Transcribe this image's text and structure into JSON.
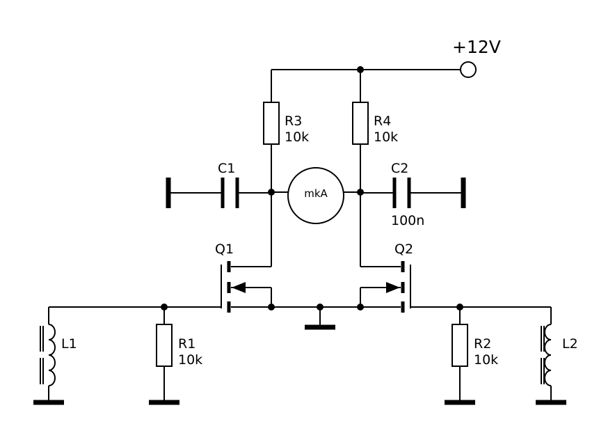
{
  "supply": {
    "label": "+12V"
  },
  "meter": {
    "label": "mkA"
  },
  "transistors": {
    "q1": "Q1",
    "q2": "Q2"
  },
  "resistors": {
    "r1": {
      "name": "R1",
      "value": "10k"
    },
    "r2": {
      "name": "R2",
      "value": "10k"
    },
    "r3": {
      "name": "R3",
      "value": "10k"
    },
    "r4": {
      "name": "R4",
      "value": "10k"
    }
  },
  "capacitors": {
    "c1": {
      "name": "C1"
    },
    "c2": {
      "name": "C2",
      "value": "100n"
    }
  },
  "inductors": {
    "l1": "L1",
    "l2": "L2"
  }
}
